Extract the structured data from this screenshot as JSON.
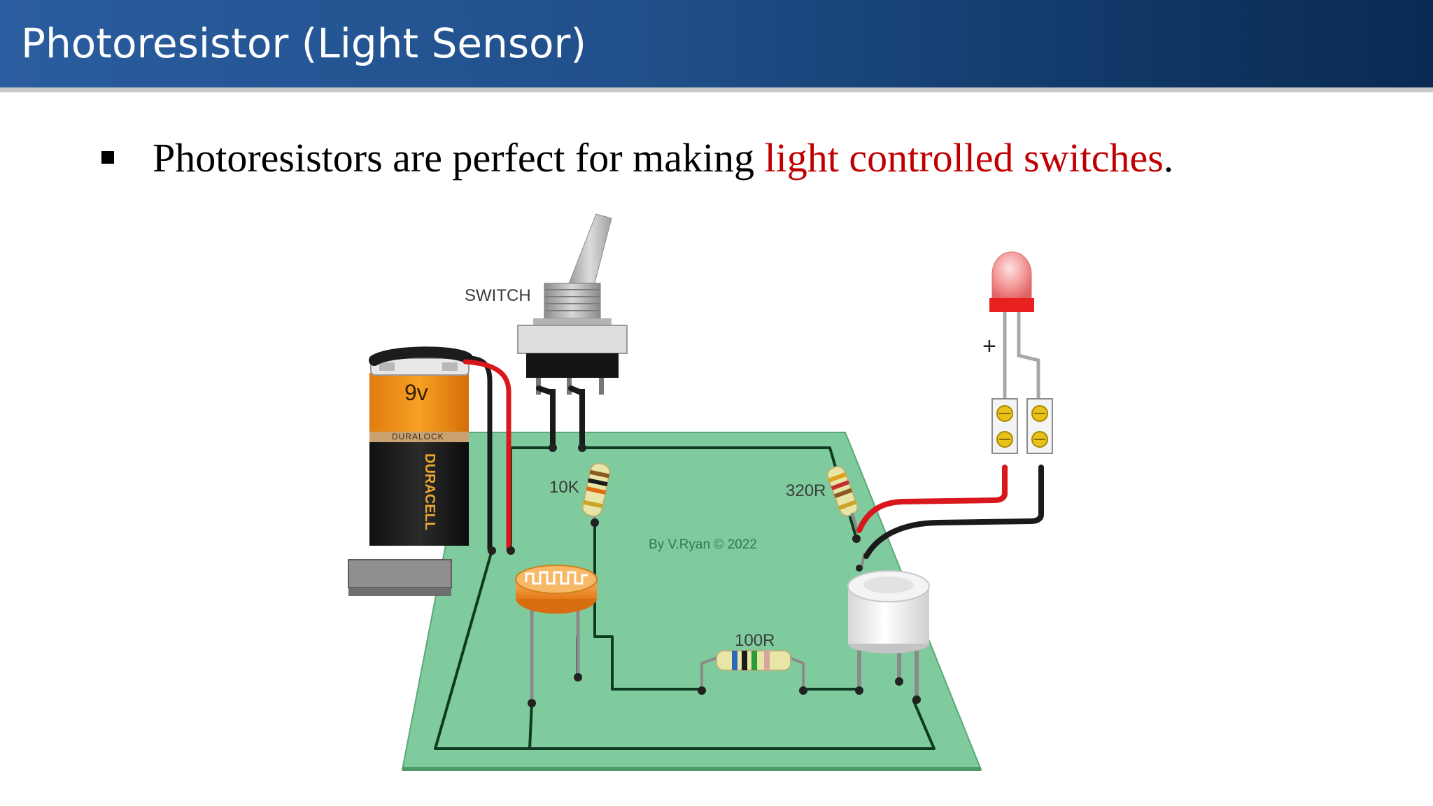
{
  "slide": {
    "title": "Photoresistor (Light Sensor)",
    "bullet": {
      "text_before": "Photoresistors are perfect for making ",
      "highlight": "light controlled switches",
      "text_after": "."
    }
  },
  "diagram": {
    "labels": {
      "switch": "SWITCH",
      "r_10k": "10K",
      "r_320r": "320R",
      "r_100r": "100R",
      "credit": "By V.Ryan © 2022",
      "plus": "+",
      "battery_voltage": "9v",
      "battery_brand": "DURACELL",
      "battery_band": "DURALOCK"
    }
  },
  "colors": {
    "title_bar": "#204f8a",
    "highlight": "#c00000",
    "board": "#7fcb9d",
    "wire_red": "#d9181e",
    "wire_black": "#1a1a1a"
  }
}
